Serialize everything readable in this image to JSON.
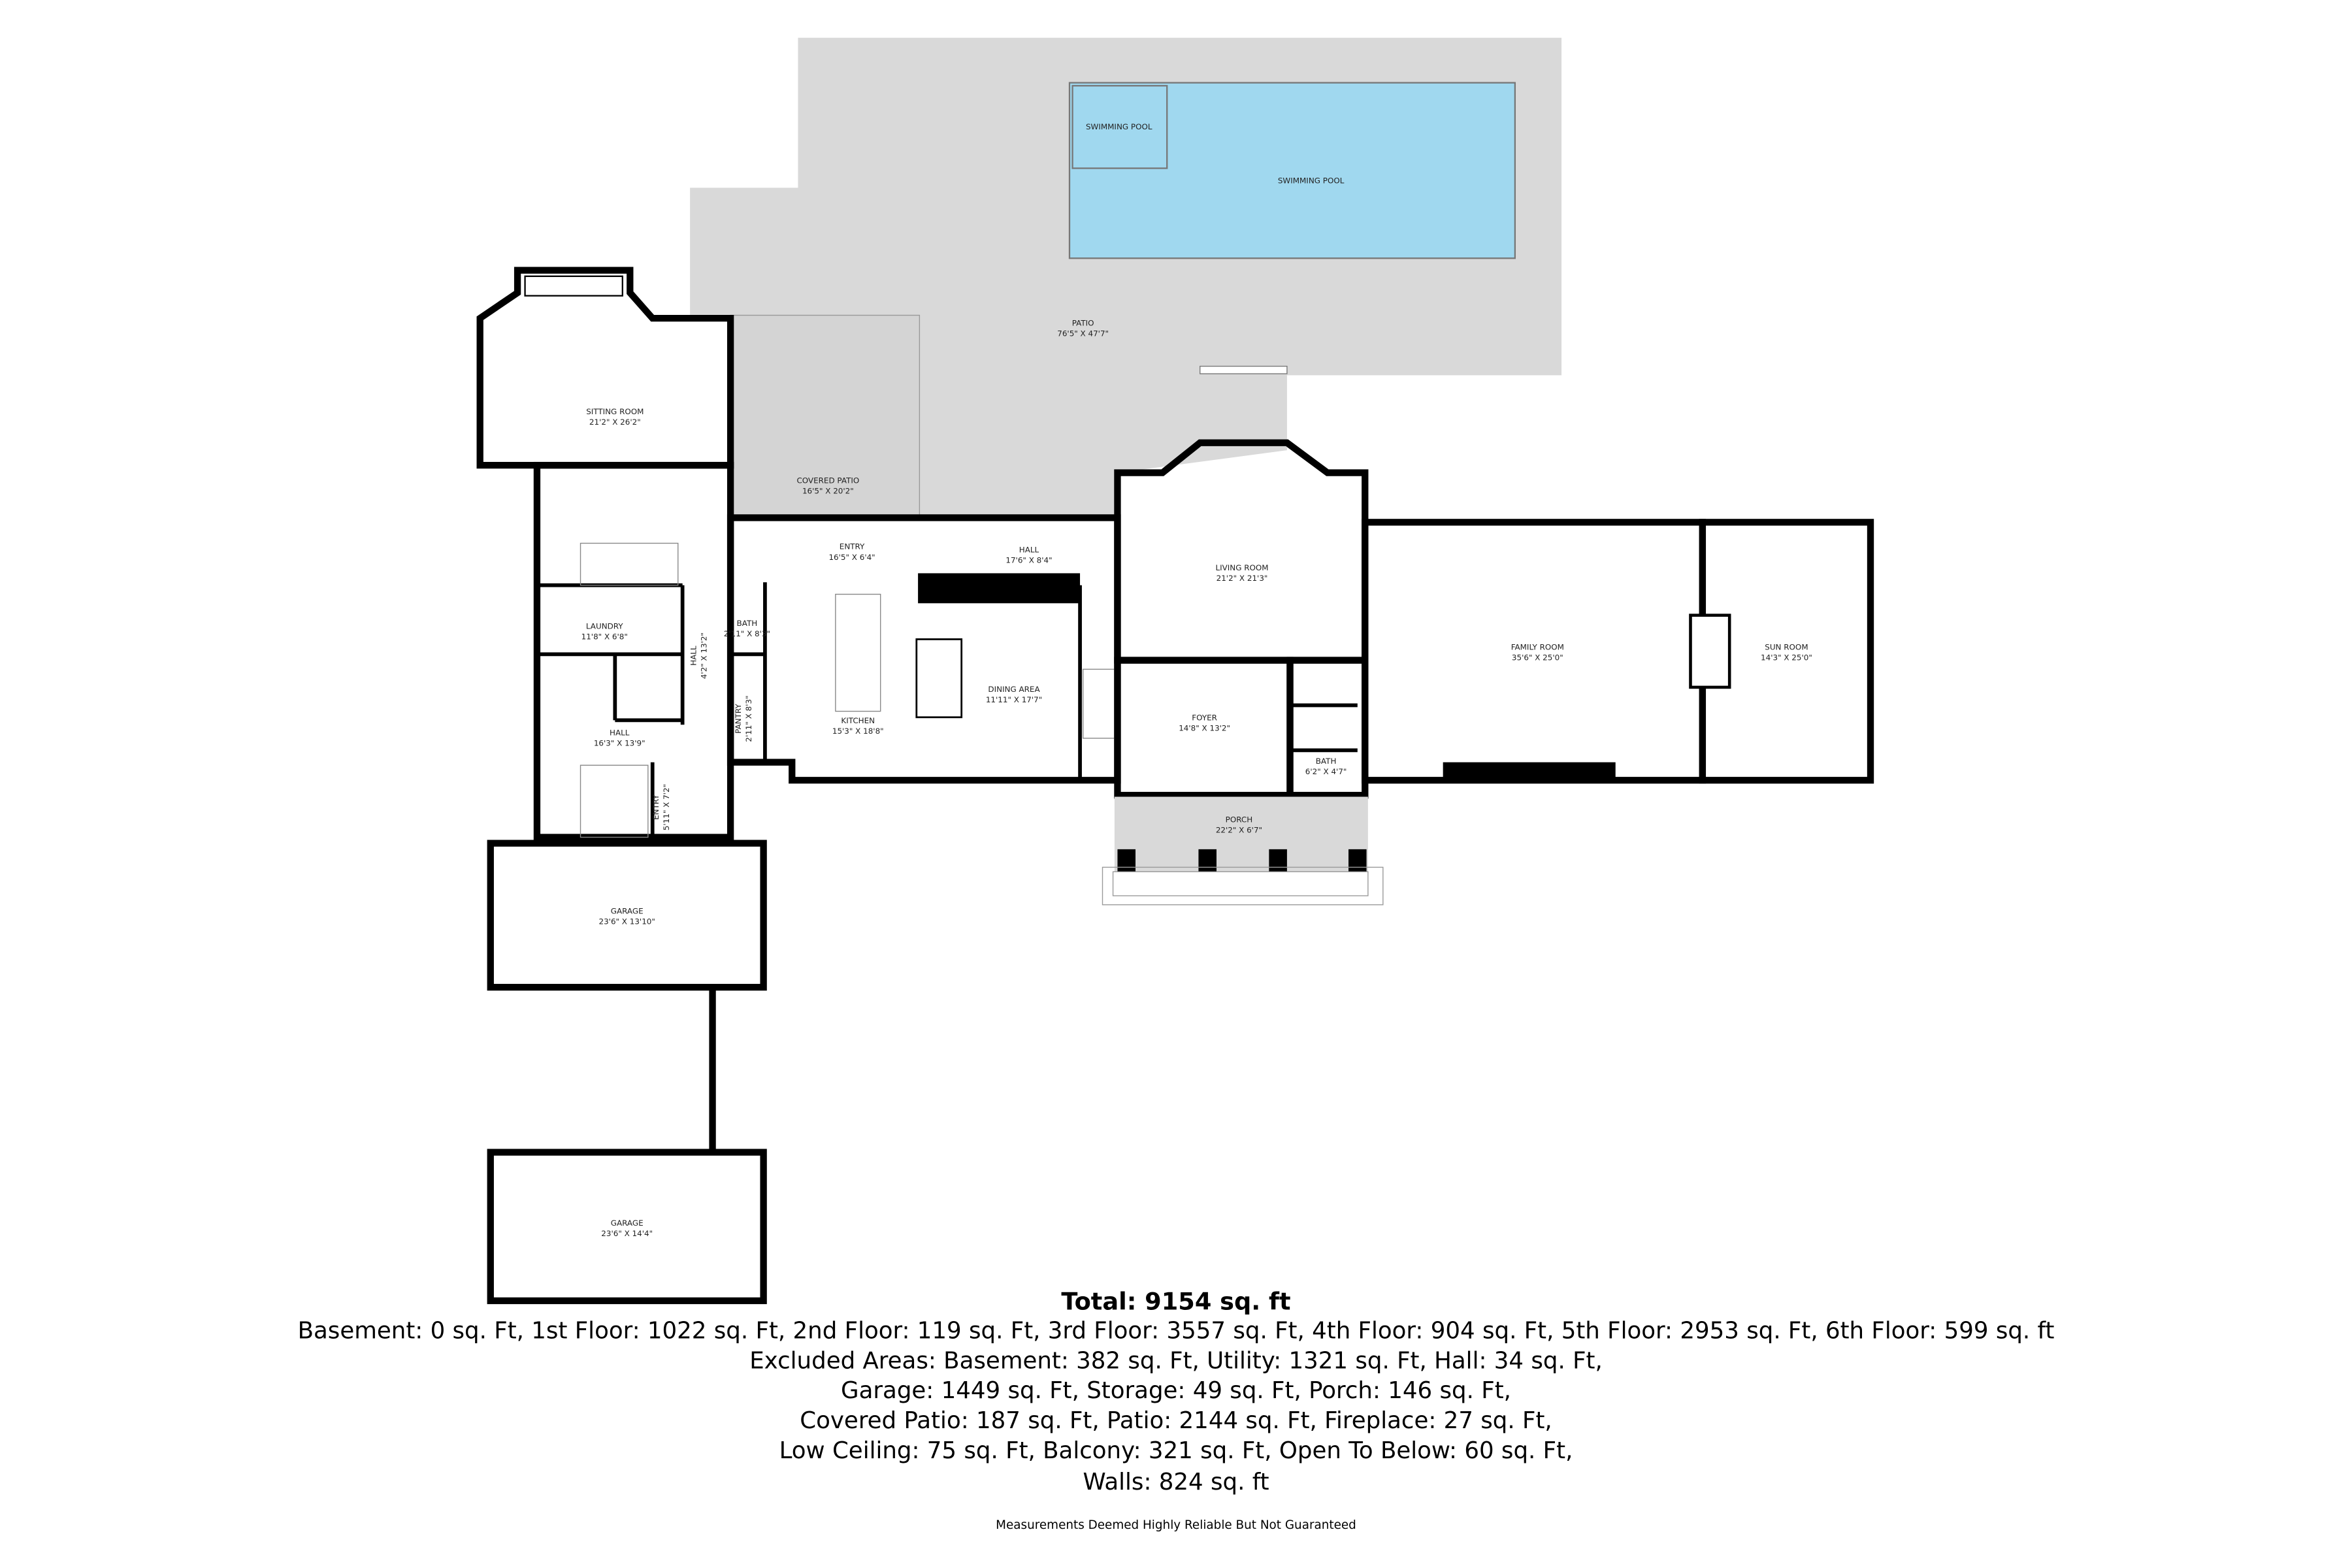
{
  "colors": {
    "patio": "#d9d9d9",
    "pool": "#a0d8ef",
    "wall": "#000000"
  },
  "rooms": [
    {
      "name": "SWIMMING POOL",
      "dims": ""
    },
    {
      "name": "SWIMMING POOL",
      "dims": ""
    },
    {
      "name": "PATIO",
      "dims": "76'5\" X 47'7\""
    },
    {
      "name": "SITTING ROOM",
      "dims": "21'2\" X 26'2\""
    },
    {
      "name": "COVERED PATIO",
      "dims": "16'5\" X 20'2\""
    },
    {
      "name": "ENTRY",
      "dims": "16'5\" X 6'4\""
    },
    {
      "name": "HALL",
      "dims": "17'6\" X 8'4\""
    },
    {
      "name": "LIVING ROOM",
      "dims": "21'2\" X 21'3\""
    },
    {
      "name": "LAUNDRY",
      "dims": "11'8\" X 6'8\""
    },
    {
      "name": "HALL",
      "dims": "4'2\" X 13'2\""
    },
    {
      "name": "BATH",
      "dims": "2'11\" X 8'3\""
    },
    {
      "name": "PANTRY",
      "dims": "2'11\" X 8'3\""
    },
    {
      "name": "KITCHEN",
      "dims": "15'3\" X 18'8\""
    },
    {
      "name": "DINING AREA",
      "dims": "11'11\" X 17'7\""
    },
    {
      "name": "HALL",
      "dims": "16'3\" X 13'9\""
    },
    {
      "name": "ENTRY",
      "dims": "5'11\" X 7'2\""
    },
    {
      "name": "FOYER",
      "dims": "14'8\" X 13'2\""
    },
    {
      "name": "BATH",
      "dims": "6'2\" X 4'7\""
    },
    {
      "name": "FAMILY ROOM",
      "dims": "35'6\" X 25'0\""
    },
    {
      "name": "SUN ROOM",
      "dims": "14'3\" X 25'0\""
    },
    {
      "name": "PORCH",
      "dims": "22'2\" X 6'7\""
    },
    {
      "name": "GARAGE",
      "dims": "23'6\" X 13'10\""
    },
    {
      "name": "GARAGE",
      "dims": "23'6\" X 14'4\""
    }
  ],
  "summary": {
    "total": "Total: 9154 sq. ft",
    "lines": [
      "Basement: 0 sq. Ft, 1st Floor: 1022 sq. Ft, 2nd Floor: 119 sq. Ft, 3rd Floor: 3557 sq. Ft, 4th Floor: 904 sq. Ft, 5th Floor: 2953 sq. Ft, 6th Floor: 599 sq. ft",
      "Excluded Areas: Basement: 382 sq. Ft, Utility: 1321 sq. Ft, Hall: 34 sq. Ft,",
      "Garage: 1449 sq. Ft, Storage: 49 sq. Ft, Porch: 146 sq. Ft,",
      "Covered Patio: 187 sq. Ft, Patio: 2144 sq. Ft, Fireplace: 27 sq. Ft,",
      "Low Ceiling: 75 sq. Ft, Balcony: 321 sq. Ft, Open To Below: 60 sq. Ft,",
      "Walls: 824 sq. ft"
    ],
    "disclaimer": "Measurements Deemed Highly Reliable But Not Guaranteed"
  }
}
